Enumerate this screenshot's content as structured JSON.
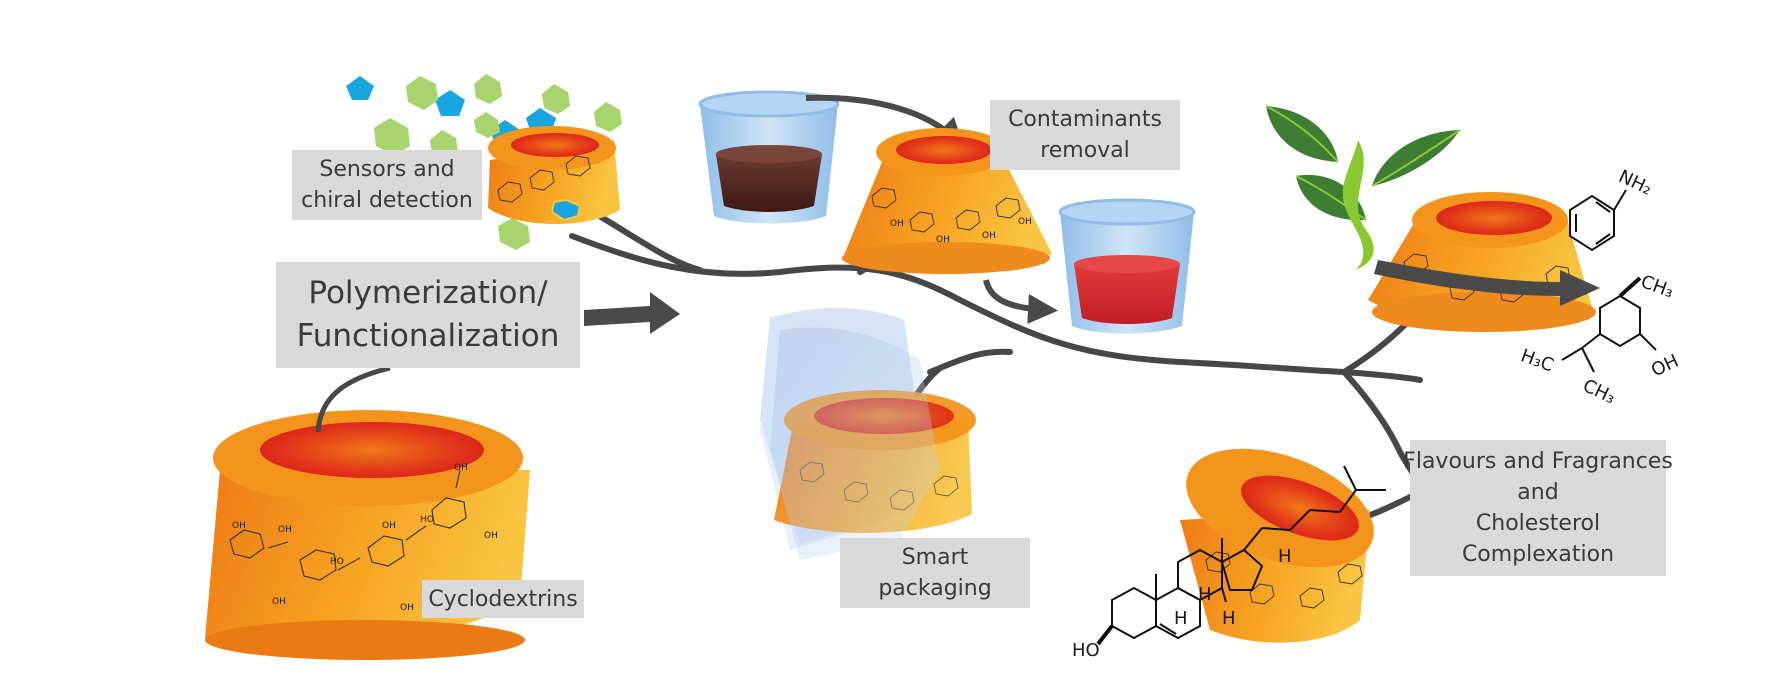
{
  "labels": {
    "sensors": [
      "Sensors and",
      "chiral detection"
    ],
    "polymerization": [
      "Polymerization/",
      "Functionalization"
    ],
    "cyclodextrins": "Cyclodextrins",
    "contaminants": [
      "Contaminants",
      "removal"
    ],
    "smart_packaging": [
      "Smart",
      "packaging"
    ],
    "flavours": [
      "Flavours and Fragrances",
      "and",
      "Cholesterol",
      "Complexation"
    ]
  },
  "chem": {
    "nh2": "NH₂",
    "ch3_top": "CH₃",
    "h3c": "H₃C",
    "oh": "OH",
    "ch3_bottom": "CH₃",
    "ho": "HO",
    "h": "H",
    "ring_oh": "OH"
  },
  "colors": {
    "cd_outer": "#f28c1c",
    "cd_inner": "#e0201c",
    "strand": "#4a4a4a",
    "label_bg": "#d9d9d9",
    "cup": "#a9cdf2",
    "dark_liquid": "#5a2a22",
    "red_liquid": "#d8282e",
    "leaf": "#3a7a32",
    "leaf_light": "#8ac832",
    "pentagon": "#19a6e0",
    "hexagon": "#a8d46e"
  }
}
